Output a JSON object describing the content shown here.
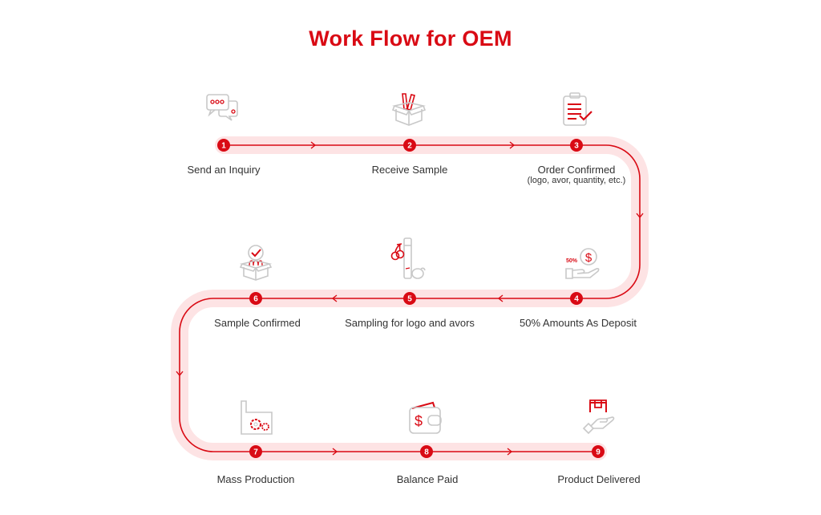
{
  "title": "Work Flow for OEM",
  "colors": {
    "accent": "#d90a14",
    "band": "#fde3e4",
    "icon_gray": "#c8c8c8",
    "text": "#333333"
  },
  "steps": [
    {
      "number": "1",
      "label": "Send an Inquiry",
      "sublabel": "",
      "icon": "chat-bubbles-icon"
    },
    {
      "number": "2",
      "label": "Receive Sample",
      "sublabel": "",
      "icon": "open-box-with-pens-icon"
    },
    {
      "number": "3",
      "label": "Order Confirmed",
      "sublabel": "(logo,   avor, quantity, etc.)",
      "icon": "clipboard-check-icon"
    },
    {
      "number": "4",
      "label": "50% Amounts As Deposit",
      "sublabel": "",
      "icon": "hand-dollar-icon",
      "icon_text": "50%"
    },
    {
      "number": "5",
      "label": "Sampling for logo and   avors",
      "sublabel": "",
      "icon": "vape-cherry-fruit-icon"
    },
    {
      "number": "6",
      "label": "Sample Confirmed",
      "sublabel": "",
      "icon": "box-check-icon"
    },
    {
      "number": "7",
      "label": "Mass Production",
      "sublabel": "",
      "icon": "factory-gears-icon"
    },
    {
      "number": "8",
      "label": "Balance Paid",
      "sublabel": "",
      "icon": "wallet-dollar-icon"
    },
    {
      "number": "9",
      "label": "Product Delivered",
      "sublabel": "",
      "icon": "hand-package-icon"
    }
  ]
}
